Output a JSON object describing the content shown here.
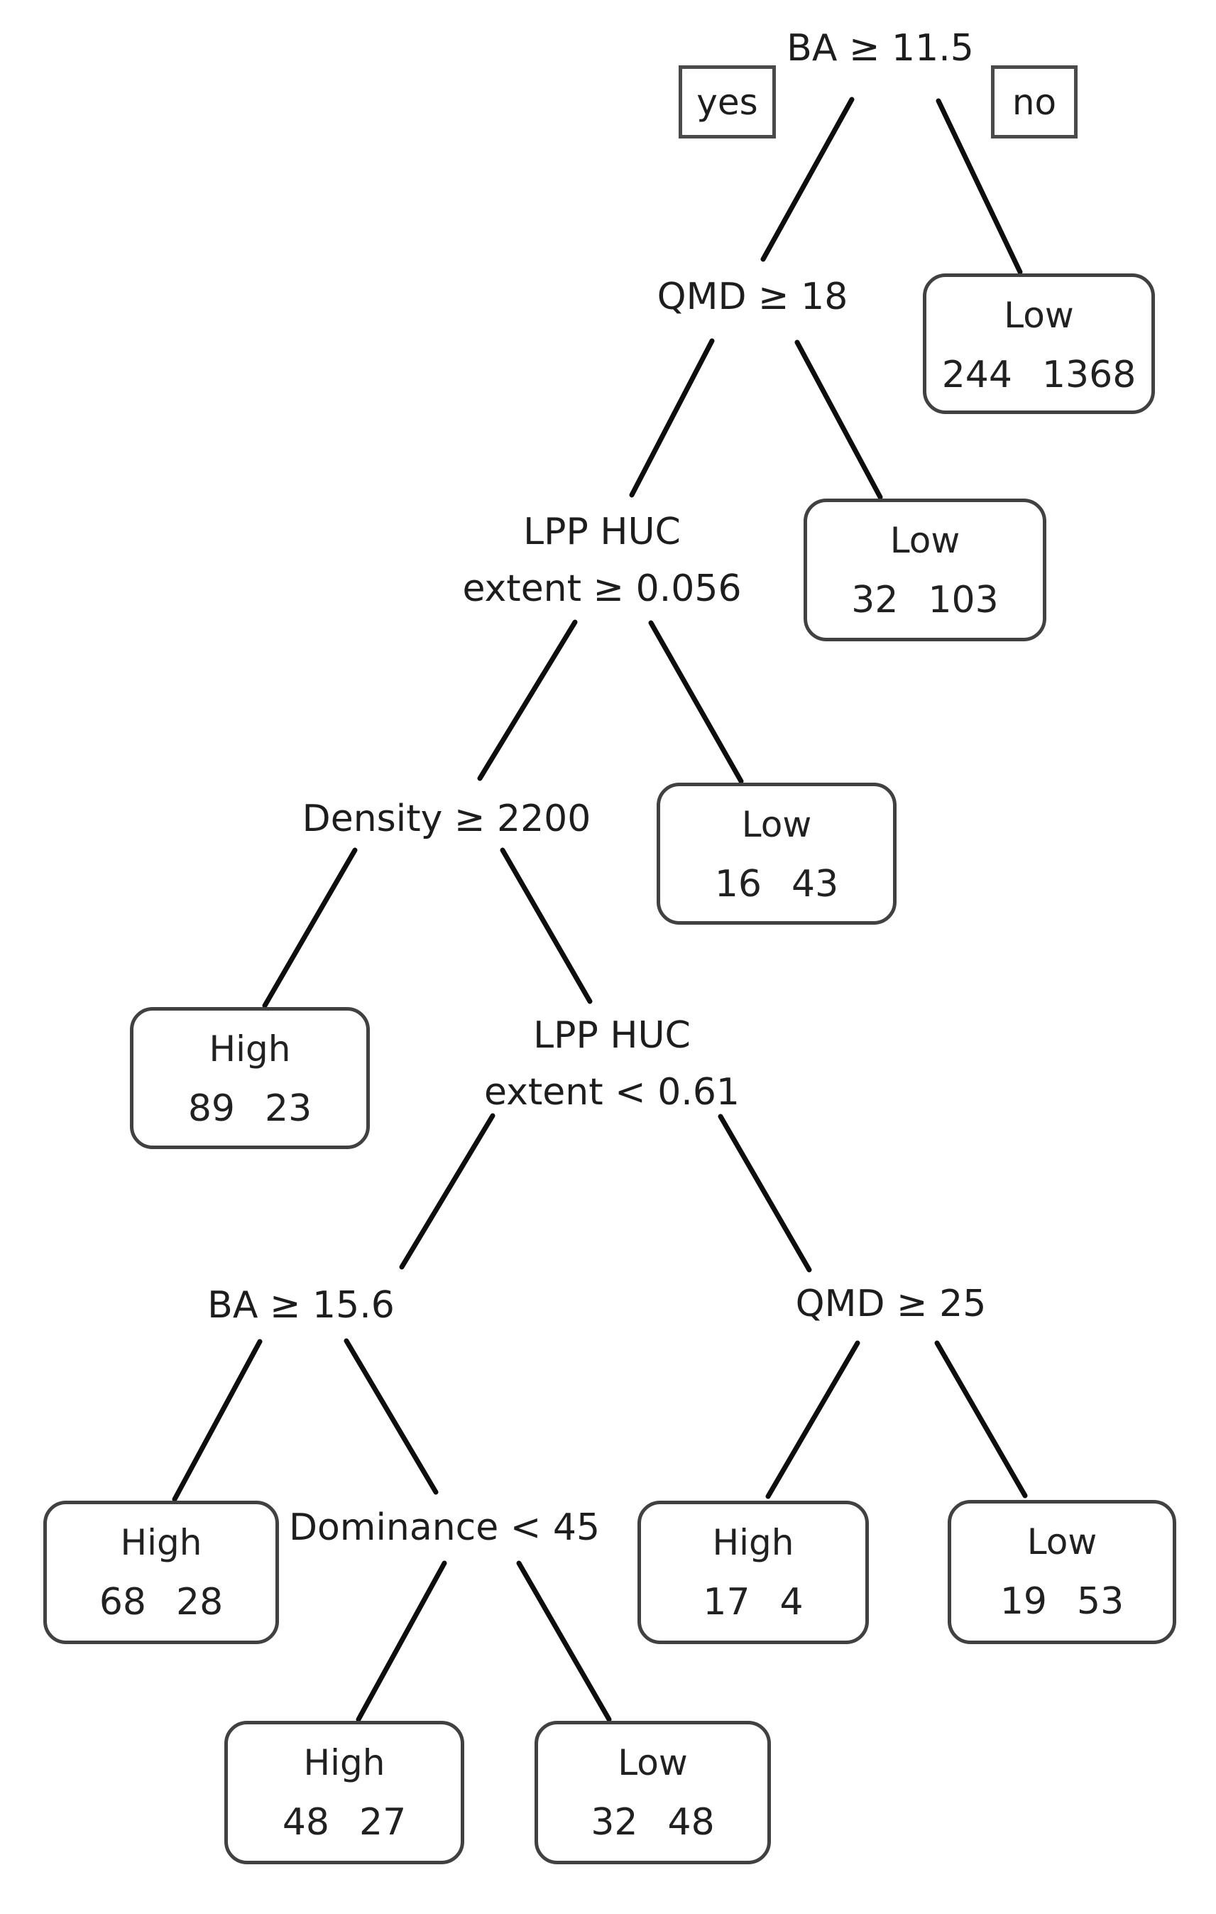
{
  "diagram": {
    "type": "decision-tree",
    "background_color": "#ffffff",
    "edge_color": "#0e0e0e",
    "box_border_color": "#414141",
    "text_color": "#1d1d1d",
    "branch_labels": {
      "yes": "yes",
      "no": "no"
    },
    "decision_nodes": [
      {
        "id": "ba115",
        "line1": "BA ≥ 11.5",
        "line2": ""
      },
      {
        "id": "qmd18",
        "line1": "QMD ≥ 18",
        "line2": ""
      },
      {
        "id": "lpp056",
        "line1": "LPP HUC",
        "line2": "extent ≥ 0.056"
      },
      {
        "id": "density2200",
        "line1": "Density ≥ 2200",
        "line2": ""
      },
      {
        "id": "lpp061",
        "line1": "LPP HUC",
        "line2": "extent < 0.61"
      },
      {
        "id": "ba156",
        "line1": "BA ≥ 15.6",
        "line2": ""
      },
      {
        "id": "qmd25",
        "line1": "QMD ≥ 25",
        "line2": ""
      },
      {
        "id": "dom45",
        "line1": "Dominance < 45",
        "line2": ""
      }
    ],
    "leaves": [
      {
        "id": "leaf-low-244-1368",
        "label": "Low",
        "count_left": "244",
        "count_right": "1368"
      },
      {
        "id": "leaf-low-32-103",
        "label": "Low",
        "count_left": "32",
        "count_right": "103"
      },
      {
        "id": "leaf-low-16-43",
        "label": "Low",
        "count_left": "16",
        "count_right": "43"
      },
      {
        "id": "leaf-high-89-23",
        "label": "High",
        "count_left": "89",
        "count_right": "23"
      },
      {
        "id": "leaf-high-68-28",
        "label": "High",
        "count_left": "68",
        "count_right": "28"
      },
      {
        "id": "leaf-high-17-4",
        "label": "High",
        "count_left": "17",
        "count_right": "4"
      },
      {
        "id": "leaf-low-19-53",
        "label": "Low",
        "count_left": "19",
        "count_right": "53"
      },
      {
        "id": "leaf-high-48-27",
        "label": "High",
        "count_left": "48",
        "count_right": "27"
      },
      {
        "id": "leaf-low-32-48",
        "label": "Low",
        "count_left": "32",
        "count_right": "48"
      }
    ],
    "edges": [
      {
        "from": "BA ≥ 11.5",
        "to": "QMD ≥ 18",
        "branch": "yes"
      },
      {
        "from": "BA ≥ 11.5",
        "to": "Low 244 1368",
        "branch": "no"
      },
      {
        "from": "QMD ≥ 18",
        "to": "LPP HUC extent ≥ 0.056",
        "branch": "yes"
      },
      {
        "from": "QMD ≥ 18",
        "to": "Low 32 103",
        "branch": "no"
      },
      {
        "from": "LPP HUC extent ≥ 0.056",
        "to": "Density ≥ 2200",
        "branch": "yes"
      },
      {
        "from": "LPP HUC extent ≥ 0.056",
        "to": "Low 16 43",
        "branch": "no"
      },
      {
        "from": "Density ≥ 2200",
        "to": "High 89 23",
        "branch": "yes"
      },
      {
        "from": "Density ≥ 2200",
        "to": "LPP HUC extent < 0.61",
        "branch": "no"
      },
      {
        "from": "LPP HUC extent < 0.61",
        "to": "BA ≥ 15.6",
        "branch": "yes"
      },
      {
        "from": "LPP HUC extent < 0.61",
        "to": "QMD ≥ 25",
        "branch": "no"
      },
      {
        "from": "BA ≥ 15.6",
        "to": "High 68 28",
        "branch": "yes"
      },
      {
        "from": "BA ≥ 15.6",
        "to": "Dominance < 45",
        "branch": "no"
      },
      {
        "from": "Dominance < 45",
        "to": "High 48 27",
        "branch": "yes"
      },
      {
        "from": "Dominance < 45",
        "to": "Low 32 48",
        "branch": "no"
      },
      {
        "from": "QMD ≥ 25",
        "to": "High 17 4",
        "branch": "yes"
      },
      {
        "from": "QMD ≥ 25",
        "to": "Low 19 53",
        "branch": "no"
      }
    ]
  }
}
